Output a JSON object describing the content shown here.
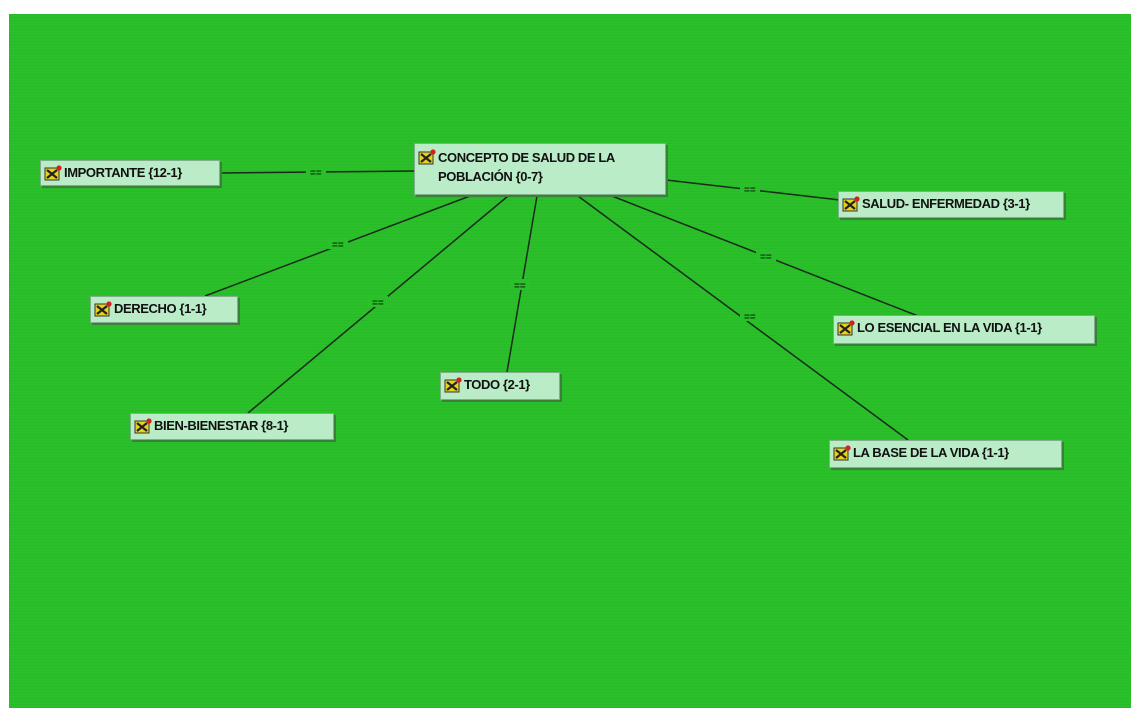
{
  "diagram": {
    "background_color": "#2ac02a",
    "node_color": "#b9ecc7",
    "central_node": {
      "label": "CONCEPTO DE SALUD DE LA\nPOBLACIÓN {0-7}",
      "icon": "code-network-icon"
    },
    "nodes": [
      {
        "id": "importante",
        "label": "IMPORTANTE {12-1}",
        "icon": "code-network-icon"
      },
      {
        "id": "salud-enfermedad",
        "label": "SALUD- ENFERMEDAD {3-1}",
        "icon": "code-network-icon"
      },
      {
        "id": "derecho",
        "label": "DERECHO {1-1}",
        "icon": "code-network-icon"
      },
      {
        "id": "lo-esencial",
        "label": "LO ESENCIAL EN LA VIDA {1-1}",
        "icon": "code-network-icon"
      },
      {
        "id": "todo",
        "label": "TODO {2-1}",
        "icon": "code-network-icon"
      },
      {
        "id": "bien-bienestar",
        "label": "BIEN-BIENESTAR {8-1}",
        "icon": "code-network-icon"
      },
      {
        "id": "la-base",
        "label": "LA BASE DE LA VIDA {1-1}",
        "icon": "code-network-icon"
      }
    ],
    "relation_label": "=="
  }
}
